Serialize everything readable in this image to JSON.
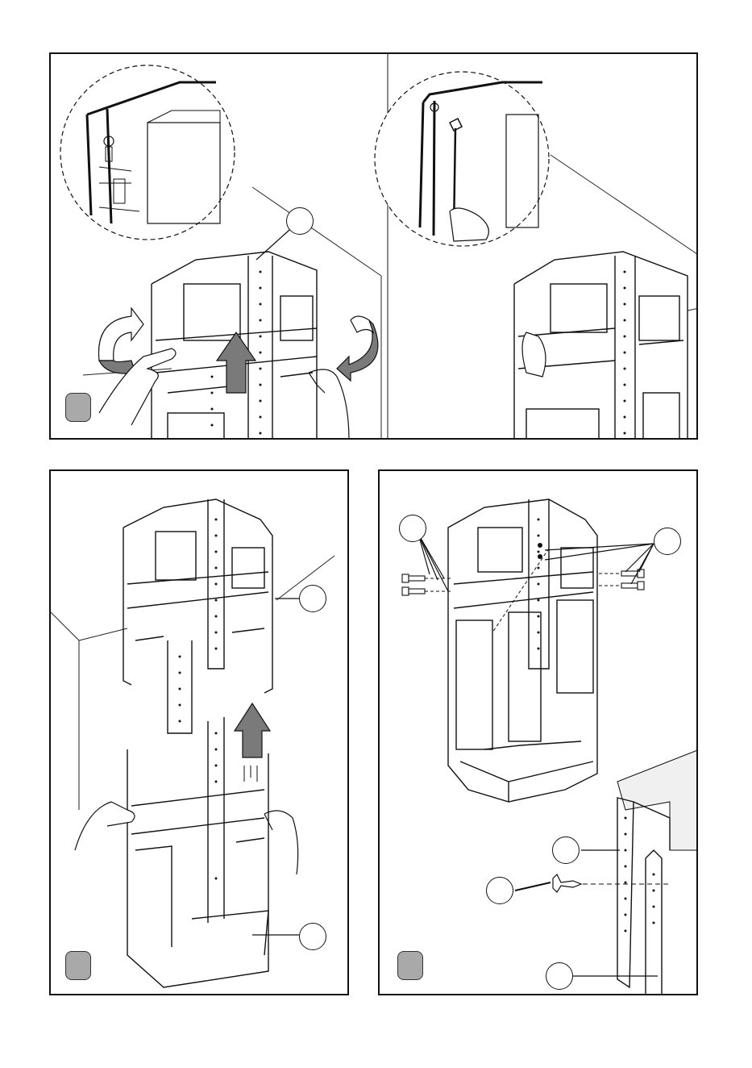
{
  "panels": [
    {
      "id": "top",
      "step_label": ""
    },
    {
      "id": "bottom-left",
      "step_label": ""
    },
    {
      "id": "bottom-right",
      "step_label": ""
    }
  ],
  "callouts": [
    "",
    "",
    "",
    "",
    "",
    "",
    "",
    ""
  ],
  "colors": {
    "line": "#111111",
    "badge_fill": "#a9a9a9",
    "arrow_fill": "#7a7a7a",
    "wall_shade": "#f0f0f0"
  }
}
